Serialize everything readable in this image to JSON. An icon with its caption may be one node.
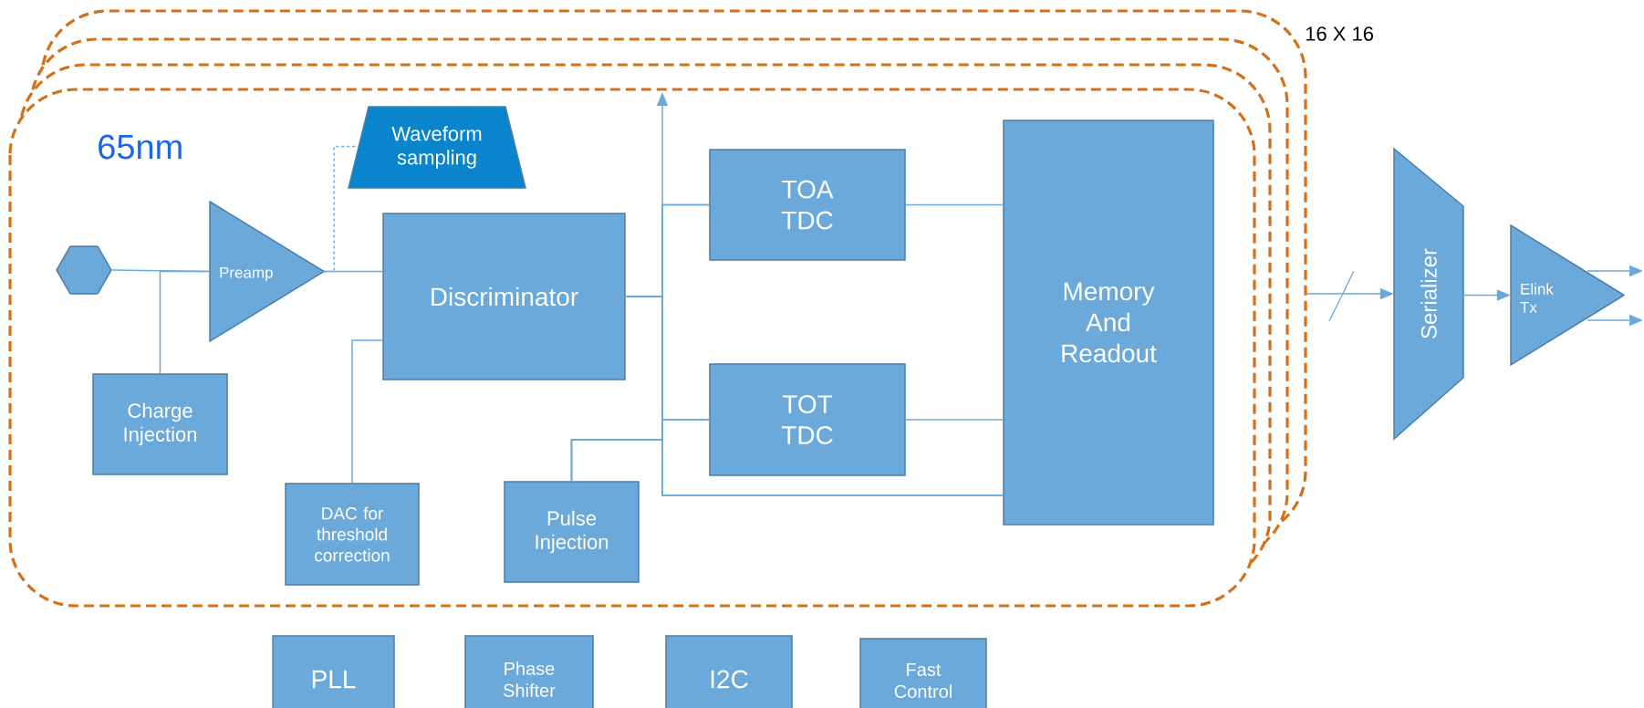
{
  "diagram": {
    "nodes": [
      {
        "text": [
          "65nm"
        ]
      },
      {
        "text": [],
        "shape": "hexagon",
        "in": 0
      },
      {
        "text": [
          "Preamp"
        ],
        "in": 0
      },
      {
        "text": [
          "Waveform sampling"
        ],
        "in": 0
      },
      {
        "text": [
          "Discriminator"
        ],
        "in": 0
      },
      {
        "text": [
          "Charge Injection"
        ],
        "in": 0
      },
      {
        "text": [
          "DAC for threshold correction"
        ],
        "in": 0
      },
      {
        "text": [
          "Pulse Injection"
        ],
        "in": 0
      },
      {
        "text": [
          "TOA TDC"
        ],
        "in": 0
      },
      {
        "text": [
          "TOT TDC"
        ],
        "in": 0
      },
      {
        "text": [
          "Memory And Readout"
        ],
        "in": 0
      },
      {
        "text": [
          "Serializer"
        ]
      },
      {
        "text": [
          "Elink Tx"
        ]
      },
      {
        "text": [
          "PLL"
        ]
      },
      {
        "text": [
          "Phase Shifter"
        ]
      },
      {
        "text": [
          "I2C"
        ]
      },
      {
        "text": [
          "Fast Control"
        ]
      }
    ],
    "edges": [
      {
        "from": 1,
        "to": 2,
        "arrow": "none"
      },
      {
        "from": 5,
        "to": 2,
        "arrow": "none"
      },
      {
        "from": 2,
        "to": 4,
        "arrow": "none"
      },
      {
        "from": 2,
        "to": 3,
        "arrow": "none",
        "style": "dashed"
      },
      {
        "from": 6,
        "to": 4,
        "arrow": "none"
      },
      {
        "from": 4,
        "to": 8,
        "arrow": "none"
      },
      {
        "from": 4,
        "to": 9,
        "arrow": "none"
      },
      {
        "from": 4,
        "to": 10,
        "arrow": "none"
      },
      {
        "from": 4,
        "to": null,
        "arrow": "to"
      },
      {
        "from": 7,
        "to": 8,
        "arrow": "none"
      },
      {
        "from": 7,
        "to": 9,
        "arrow": "none"
      },
      {
        "from": 7,
        "to": 10,
        "arrow": "none"
      },
      {
        "from": 8,
        "to": 10,
        "arrow": "none"
      },
      {
        "from": 9,
        "to": 10,
        "arrow": "none"
      },
      {
        "from": 0,
        "to": 11,
        "arrow": "to"
      },
      {
        "from": 11,
        "to": 12,
        "arrow": "to"
      },
      {
        "from": 12,
        "to": null,
        "arrow": "to"
      },
      {
        "from": 12,
        "to": null,
        "arrow": "to"
      }
    ],
    "labels": [
      "16 X 16"
    ]
  }
}
